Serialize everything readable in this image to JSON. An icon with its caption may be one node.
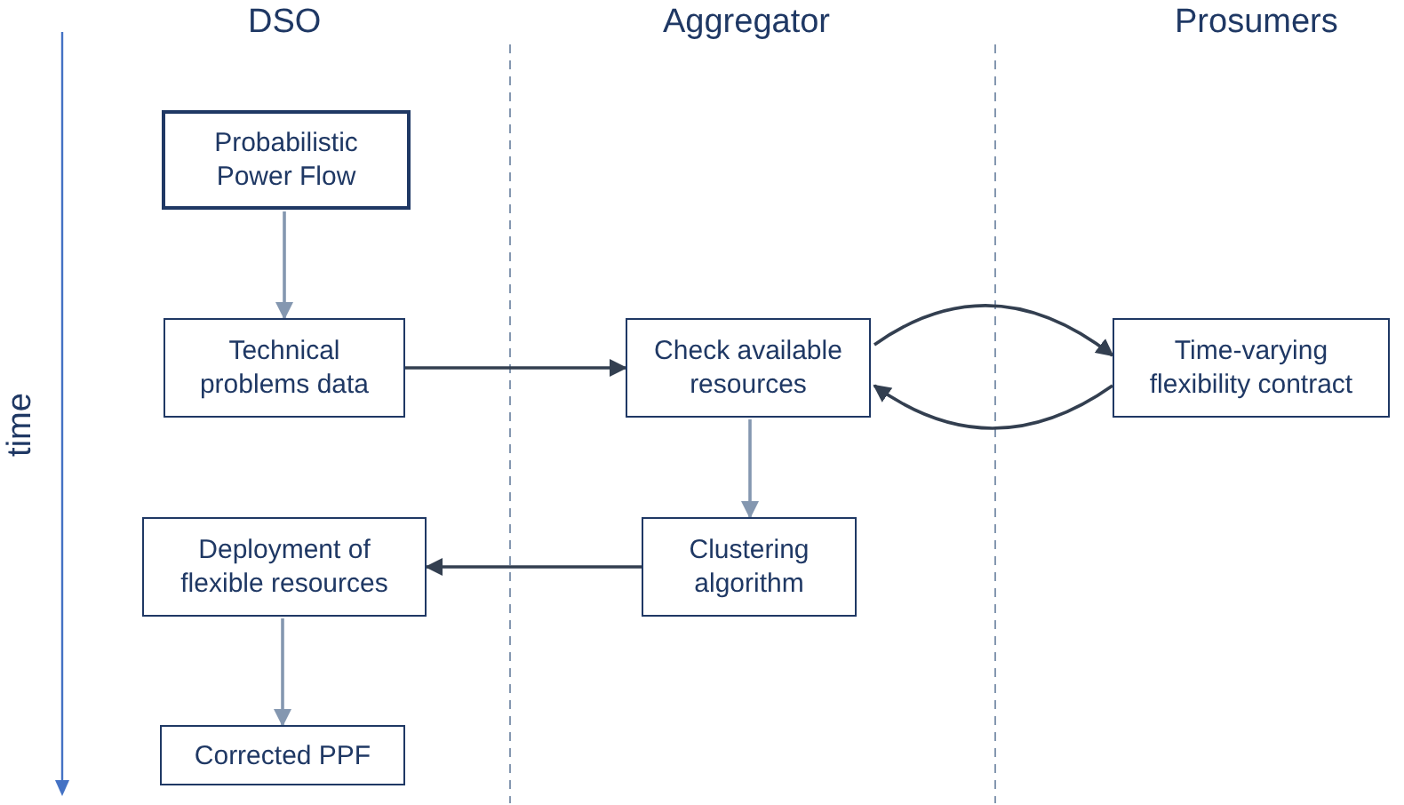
{
  "diagram": {
    "nodes": [
      {
        "text": [
          "Probabilistic Power Flow"
        ]
      },
      {
        "text": [
          "Technical problems data"
        ]
      },
      {
        "text": [
          "Check available resources"
        ]
      },
      {
        "text": [
          "Time-varying flexibility contract"
        ]
      },
      {
        "text": [
          "Deployment of flexible resources"
        ]
      },
      {
        "text": [
          "Clustering algorithm"
        ]
      },
      {
        "text": [
          "Corrected PPF"
        ]
      }
    ],
    "edges": [
      {
        "from": 0,
        "to": 1,
        "arrow": "to",
        "color": "#8497b0"
      },
      {
        "from": 1,
        "to": 2,
        "arrow": "to"
      },
      {
        "from": 2,
        "to": 3,
        "arrow": "to"
      },
      {
        "from": 3,
        "to": 2,
        "arrow": "to"
      },
      {
        "from": 2,
        "to": 5,
        "arrow": "to",
        "color": "#8497b0"
      },
      {
        "from": 5,
        "to": 4,
        "arrow": "to"
      },
      {
        "from": 4,
        "to": 6,
        "arrow": "to",
        "color": "#8497b0"
      }
    ],
    "labels": [
      "DSO",
      "Aggregator",
      "Prosumers",
      "time"
    ]
  }
}
